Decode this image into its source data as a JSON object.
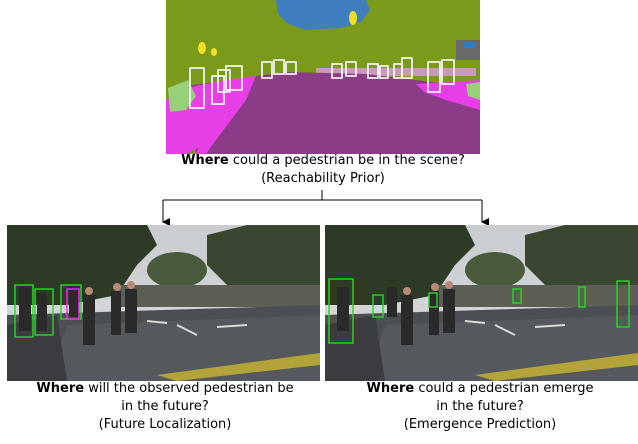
{
  "top_caption": {
    "bold": "Where",
    "rest": " could a pedestrian be in the scene?",
    "sub": "(Reachability Prior)"
  },
  "left_caption": {
    "bold": "Where",
    "rest": " will the observed pedestrian be",
    "line2": "in the future?",
    "sub": "(Future Localization)"
  },
  "right_caption": {
    "bold": "Where",
    "rest": " could a pedestrian emerge",
    "line2": "in the future?",
    "sub": "(Emergence Prediction)"
  },
  "colors": {
    "sky_blue": "#3f7fc0",
    "vegetation": "#7a9a1a",
    "road": "#8a3d86",
    "sidewalk": "#e83ee8",
    "terrain": "#98d078",
    "box_green": "#22dd22",
    "box_magenta": "#ff22ff"
  }
}
